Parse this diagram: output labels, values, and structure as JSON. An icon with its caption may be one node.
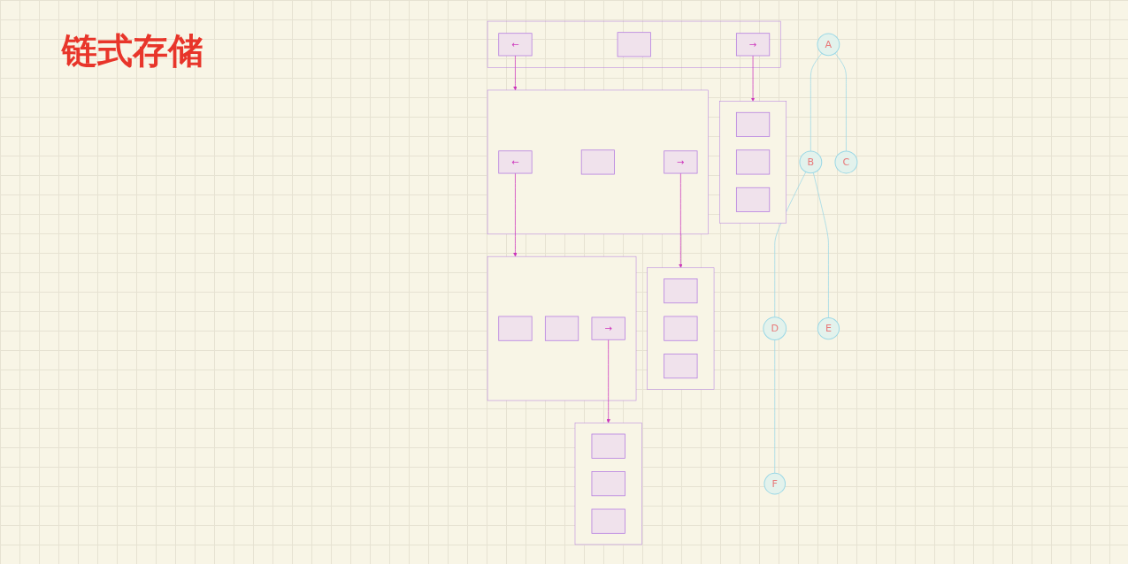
{
  "diagram": {
    "title": "链式存储",
    "nodes": [
      {
        "text": [
          "A"
        ]
      },
      {
        "text": [
          "B"
        ]
      },
      {
        "text": [
          "C"
        ]
      },
      {
        "text": [
          "D"
        ]
      },
      {
        "text": [
          "E"
        ]
      },
      {
        "text": [
          "F"
        ]
      },
      {
        "text": [],
        "shape": "box"
      },
      {
        "text": [
          "←"
        ],
        "in": 6
      },
      {
        "text": [],
        "shape": "box",
        "in": 6
      },
      {
        "text": [
          "→"
        ],
        "in": 6
      },
      {
        "text": [],
        "shape": "box"
      },
      {
        "text": [
          "←"
        ],
        "in": 10
      },
      {
        "text": [],
        "shape": "box",
        "in": 10
      },
      {
        "text": [
          "→"
        ],
        "in": 10
      },
      {
        "text": [],
        "shape": "box"
      },
      {
        "text": [],
        "shape": "box",
        "in": 14
      },
      {
        "text": [],
        "shape": "box",
        "in": 14
      },
      {
        "text": [],
        "shape": "box",
        "in": 14
      },
      {
        "text": [],
        "shape": "box"
      },
      {
        "text": [],
        "shape": "box",
        "in": 18
      },
      {
        "text": [],
        "shape": "box",
        "in": 18
      },
      {
        "text": [
          "→"
        ],
        "in": 18
      },
      {
        "text": [],
        "shape": "box"
      },
      {
        "text": [],
        "shape": "box",
        "in": 22
      },
      {
        "text": [],
        "shape": "box",
        "in": 22
      },
      {
        "text": [],
        "shape": "box",
        "in": 22
      },
      {
        "text": [],
        "shape": "box"
      },
      {
        "text": [],
        "shape": "box",
        "in": 26
      },
      {
        "text": [],
        "shape": "box",
        "in": 26
      },
      {
        "text": [],
        "shape": "box",
        "in": 26
      }
    ],
    "edges": [
      {
        "from": 0,
        "to": 1,
        "arrow": "none"
      },
      {
        "from": 0,
        "to": 2,
        "arrow": "none"
      },
      {
        "from": 1,
        "to": 3,
        "arrow": "none"
      },
      {
        "from": 1,
        "to": 4,
        "arrow": "none"
      },
      {
        "from": 3,
        "to": 5,
        "arrow": "none"
      },
      {
        "from": 7,
        "to": 10,
        "arrow": "to",
        "color": "#cc33bb"
      },
      {
        "from": 9,
        "to": 14,
        "arrow": "to",
        "color": "#cc33bb"
      },
      {
        "from": 11,
        "to": 18,
        "arrow": "to",
        "color": "#cc33bb"
      },
      {
        "from": 13,
        "to": 22,
        "arrow": "to",
        "color": "#cc33bb"
      },
      {
        "from": 21,
        "to": 26,
        "arrow": "to",
        "color": "#cc33bb"
      }
    ]
  }
}
